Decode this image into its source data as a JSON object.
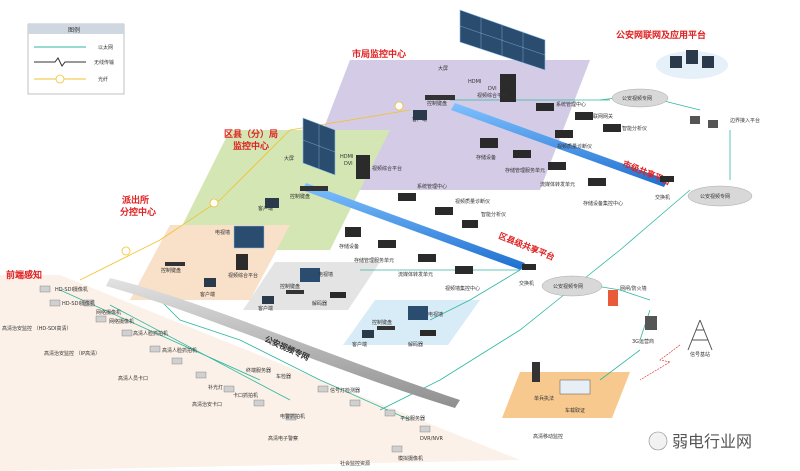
{
  "legend": {
    "title": "图例",
    "items": [
      "以太网",
      "无线传输",
      "光纤"
    ]
  },
  "zones": {
    "city_center": "市局监控中心",
    "district_center_line1": "区县（分）局",
    "district_center_line2": "监控中心",
    "station_center_line1": "派出所",
    "station_center_line2": "分控中心",
    "front_end": "前端感知",
    "internet_platform": "公安网联网及应用平台"
  },
  "platforms": {
    "city_share": "市级共享平台",
    "district_share": "区县级共享平台",
    "police_video_network": "公安视频专网"
  },
  "city": {
    "wall": "大屏",
    "keyboard": "控制键盘",
    "client": "客户端",
    "codec": "视频综合平台",
    "dvi": "DVI",
    "hdmi": "HDMI",
    "devices": [
      "系统管理中心",
      "联网网关",
      "智能分析仪",
      "存储设备",
      "存储管理服务单元",
      "流媒体转发单元",
      "视频质量诊断仪",
      "存储设备集控中心",
      "交换机"
    ]
  },
  "district": {
    "wall": "大屏",
    "keyboard": "控制键盘",
    "client": "客户端",
    "codec": "视频综合平台",
    "dvi": "DVI",
    "hdmi": "HDMI",
    "devices": [
      "系统管理中心",
      "视频质量诊断仪",
      "智能分析仪",
      "存储设备",
      "存储管理服务单元",
      "流媒体转发单元",
      "视频墙集控中心",
      "交换机"
    ]
  },
  "station": {
    "wall": "电视墙",
    "keyboard": "控制键盘",
    "client": "客户端",
    "codec": "视频综合平台",
    "station2_items": [
      "电视墙",
      "控制键盘",
      "客户端",
      "解码器"
    ],
    "station3_items": [
      "电视墙",
      "控制键盘",
      "客户端",
      "解码器"
    ]
  },
  "front_end_items": {
    "cam1": "HD-SDI摄像机",
    "cam2": "HD-SDI摄像机",
    "group1": "高清治安监控\n（HD-SDI高清）",
    "cam3": "网络摄像机",
    "cam4": "网络摄像机",
    "group2": "高清治安监控\n（IP高清）",
    "cam5": "高清人脸抓拍机",
    "cam6": "高清人脸抓拍机",
    "group3": "高清人员卡口",
    "cam7": "补光灯",
    "cam8": "卡口抓拍机",
    "group4": "高清治安卡口",
    "cam9": "终端服务器",
    "cam10": "车检器",
    "cam11": "电警抓拍机",
    "cam12": "信号灯检测器",
    "group5": "高清电子警察",
    "cam13": "平台服务器",
    "cam14": "DVR/NVR",
    "cam15": "模拟摄像机",
    "group6": "社会监控资源"
  },
  "right_side": {
    "cloud1": "公安视频专网",
    "cloud2": "公安视频专网",
    "cloud3": "公安视频专网",
    "border": "边界接入平台",
    "firewall": "网闸/防火墙",
    "gateway": "3G运营商",
    "tower": "信号基站",
    "mobile1": "单兵执法",
    "mobile2": "车载取证",
    "mobile_group": "高清移动监控"
  },
  "watermark": "弱电行业网",
  "colors": {
    "ethernet": "#2fb7a0",
    "fiber": "#f2c230",
    "wireless": "#333333",
    "backbone": "#2b7fdc",
    "city_zone": "#d4cbe6",
    "district_zone": "#d3e6b4",
    "station_zone": "#f8e0c9",
    "title_red": "#e02020"
  }
}
